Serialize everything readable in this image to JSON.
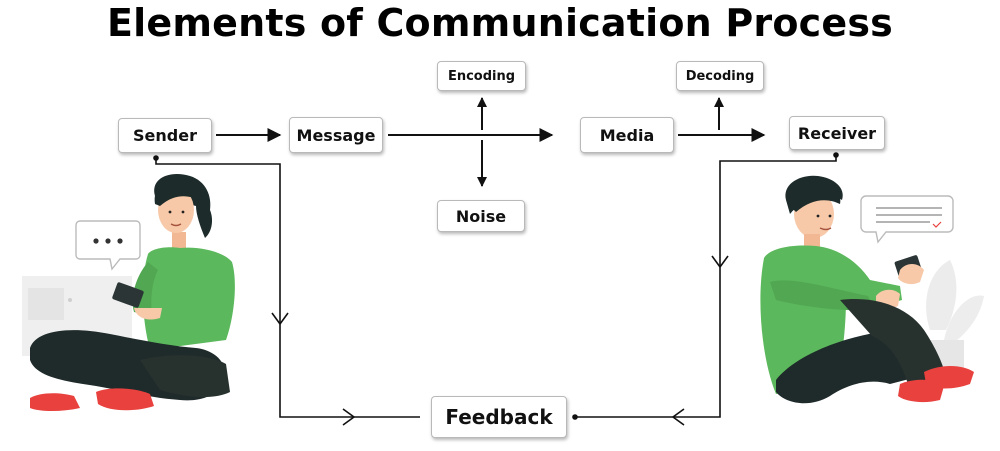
{
  "title": "Elements of Communication Process",
  "nodes": {
    "sender": "Sender",
    "message": "Message",
    "encoding": "Encoding",
    "noise": "Noise",
    "media": "Media",
    "decoding": "Decoding",
    "receiver": "Receiver",
    "feedback": "Feedback"
  },
  "colors": {
    "shirt_green": "#5cb85c",
    "pants_dark": "#1f2a2a",
    "shoe_red": "#e8413e",
    "hair_dark": "#1e2b2b",
    "skin": "#f7c9a9"
  },
  "icons": {
    "sender_bubble": "typing-dots-speech-bubble-icon",
    "receiver_bubble": "text-lines-speech-bubble-icon"
  }
}
